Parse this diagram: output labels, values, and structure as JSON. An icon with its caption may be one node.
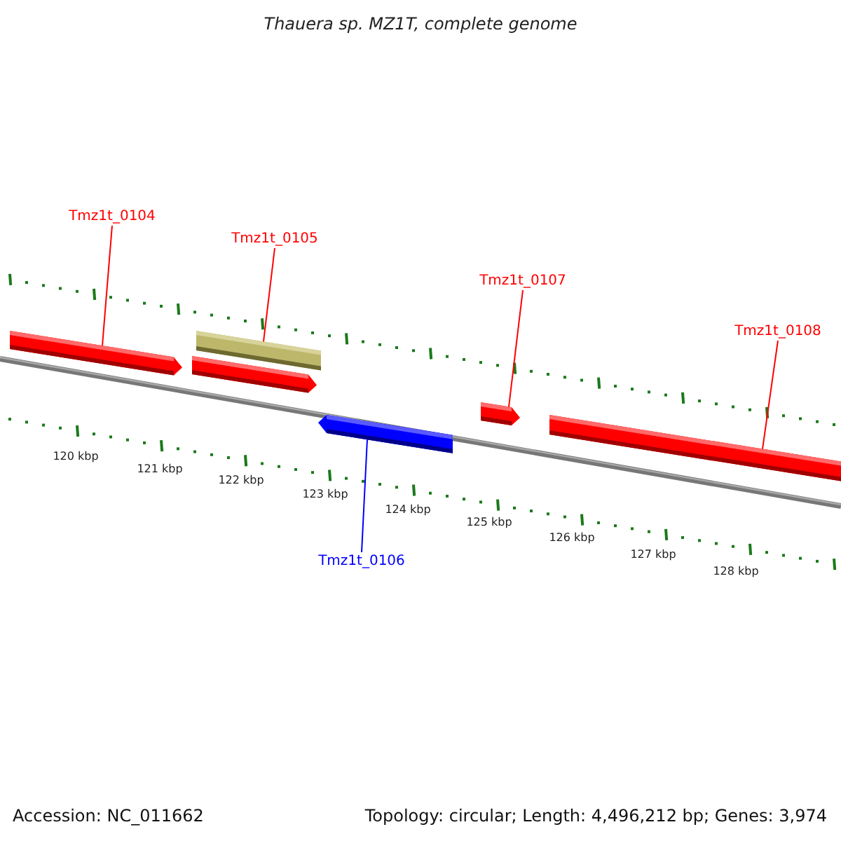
{
  "diagram": {
    "title": "Thauera sp. MZ1T, complete genome",
    "nodes": [
      {
        "text": [
          "Tmz1t_0104"
        ]
      },
      {
        "text": [
          "Tmz1t_0105"
        ]
      },
      {
        "text": [
          "Tmz1t_0107"
        ]
      },
      {
        "text": [
          "Tmz1t_0108"
        ]
      },
      {
        "text": [],
        "shape": "bar"
      },
      {
        "text": [],
        "shape": "bar"
      },
      {
        "text": [],
        "shape": "bar"
      },
      {
        "text": [],
        "shape": "bar"
      },
      {
        "text": [],
        "shape": "bar"
      },
      {
        "text": [],
        "shape": "bar"
      },
      {
        "text": [
          "Tmz1t_0106"
        ]
      }
    ],
    "edges": [
      {
        "from": 0,
        "to": 4,
        "arrow": "none"
      },
      {
        "from": 1,
        "to": 5,
        "arrow": "none"
      },
      {
        "from": 2,
        "to": 7,
        "arrow": "none"
      },
      {
        "from": 3,
        "to": 8,
        "arrow": "none"
      },
      {
        "from": 10,
        "to": 9,
        "arrow": "none",
        "color": "#0000ff"
      }
    ],
    "labels": [
      "120 kbp",
      "121 kbp",
      "122 kbp",
      "123 kbp",
      "124 kbp",
      "125 kbp",
      "126 kbp",
      "127 kbp",
      "128 kbp",
      "Accession: NC_011662",
      "Topology: circular; Length: 4,496,212 bp; Genes: 3,974"
    ]
  }
}
